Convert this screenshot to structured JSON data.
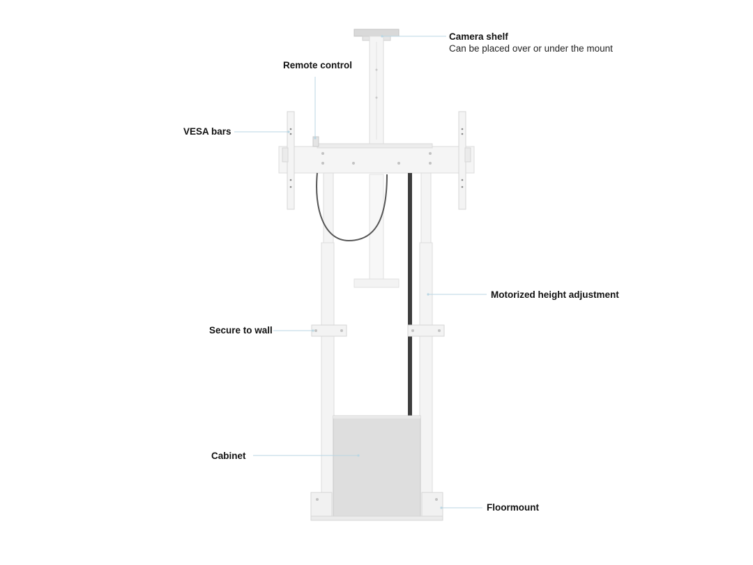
{
  "callouts": {
    "camera_shelf": {
      "title": "Camera shelf",
      "subtitle": "Can be placed over or under the mount"
    },
    "remote_control": {
      "title": "Remote control"
    },
    "vesa_bars": {
      "title": "VESA bars"
    },
    "motorized_height": {
      "title": "Motorized height adjustment"
    },
    "secure_to_wall": {
      "title": "Secure to wall"
    },
    "cabinet": {
      "title": "Cabinet"
    },
    "floormount": {
      "title": "Floormount"
    }
  },
  "colors": {
    "frame": "#f4f4f4",
    "frame_edge": "#dcdcdc",
    "cabinet": "#dedede",
    "cable": "#444444",
    "leader": "#b9d6e3"
  }
}
